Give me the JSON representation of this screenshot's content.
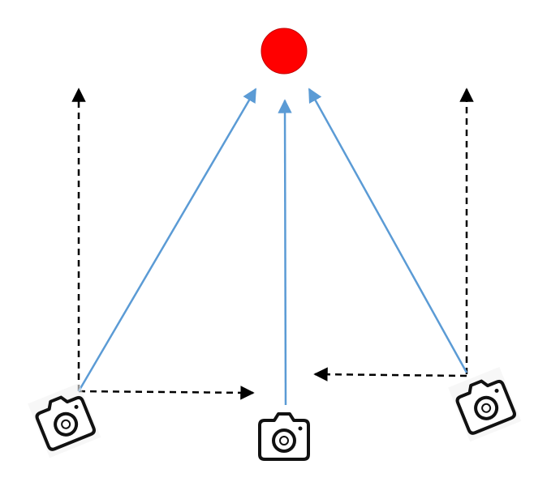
{
  "diagram": {
    "target": {
      "icon": "red-circle",
      "color": "#ff0000"
    },
    "cameras": [
      {
        "id": "left",
        "icon": "camera-icon"
      },
      {
        "id": "center",
        "icon": "camera-icon"
      },
      {
        "id": "right",
        "icon": "camera-icon"
      }
    ],
    "colors": {
      "sight_line": "#5b9bd5",
      "dashed_axis": "#000000",
      "camera_stroke": "#111111",
      "camera_fill": "#ffffff"
    }
  }
}
